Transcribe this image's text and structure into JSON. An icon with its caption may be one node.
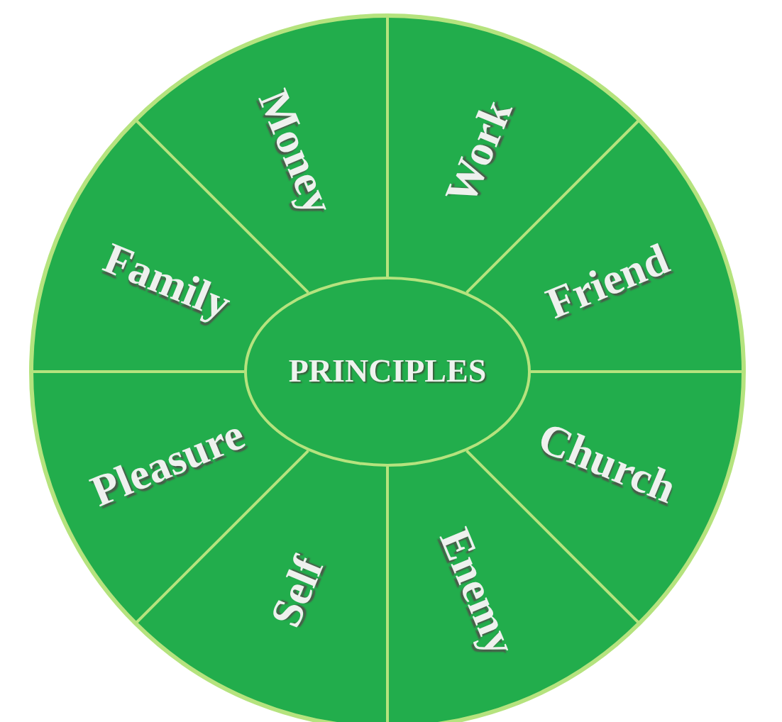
{
  "diagram": {
    "nodes": [
      {
        "text": [
          "PRINCIPLES"
        ]
      },
      {
        "text": [
          "Money"
        ]
      },
      {
        "text": [
          "Work"
        ]
      },
      {
        "text": [
          "Friend"
        ]
      },
      {
        "text": [
          "Church"
        ]
      },
      {
        "text": [
          "Enemy"
        ]
      },
      {
        "text": [
          "Self"
        ]
      },
      {
        "text": [
          "Pleasure"
        ]
      },
      {
        "text": [
          "Family"
        ]
      }
    ]
  }
}
